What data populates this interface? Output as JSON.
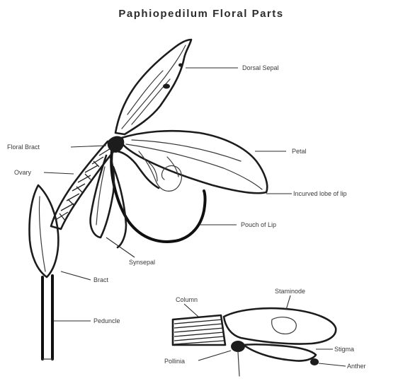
{
  "title": "Paphiopedilum Floral Parts",
  "labels": {
    "dorsal_sepal": "Dorsal Sepal",
    "dorsal_bract": "Floral Bract",
    "ovary": "Ovary",
    "petal": "Petal",
    "lobe_of_lip": "Incurved lobe of lip",
    "pouch_of_lip": "Pouch of Lip",
    "synsepal": "Synsepal",
    "bract": "Bract",
    "peduncle": "Peduncle",
    "column": "Column",
    "staminode": "Staminode",
    "pollinia": "Pollinia",
    "stigma_surface": "Stigma",
    "anther": "Anther"
  },
  "colors": {
    "ink": "#1c1c1c",
    "background": "#ffffff"
  }
}
